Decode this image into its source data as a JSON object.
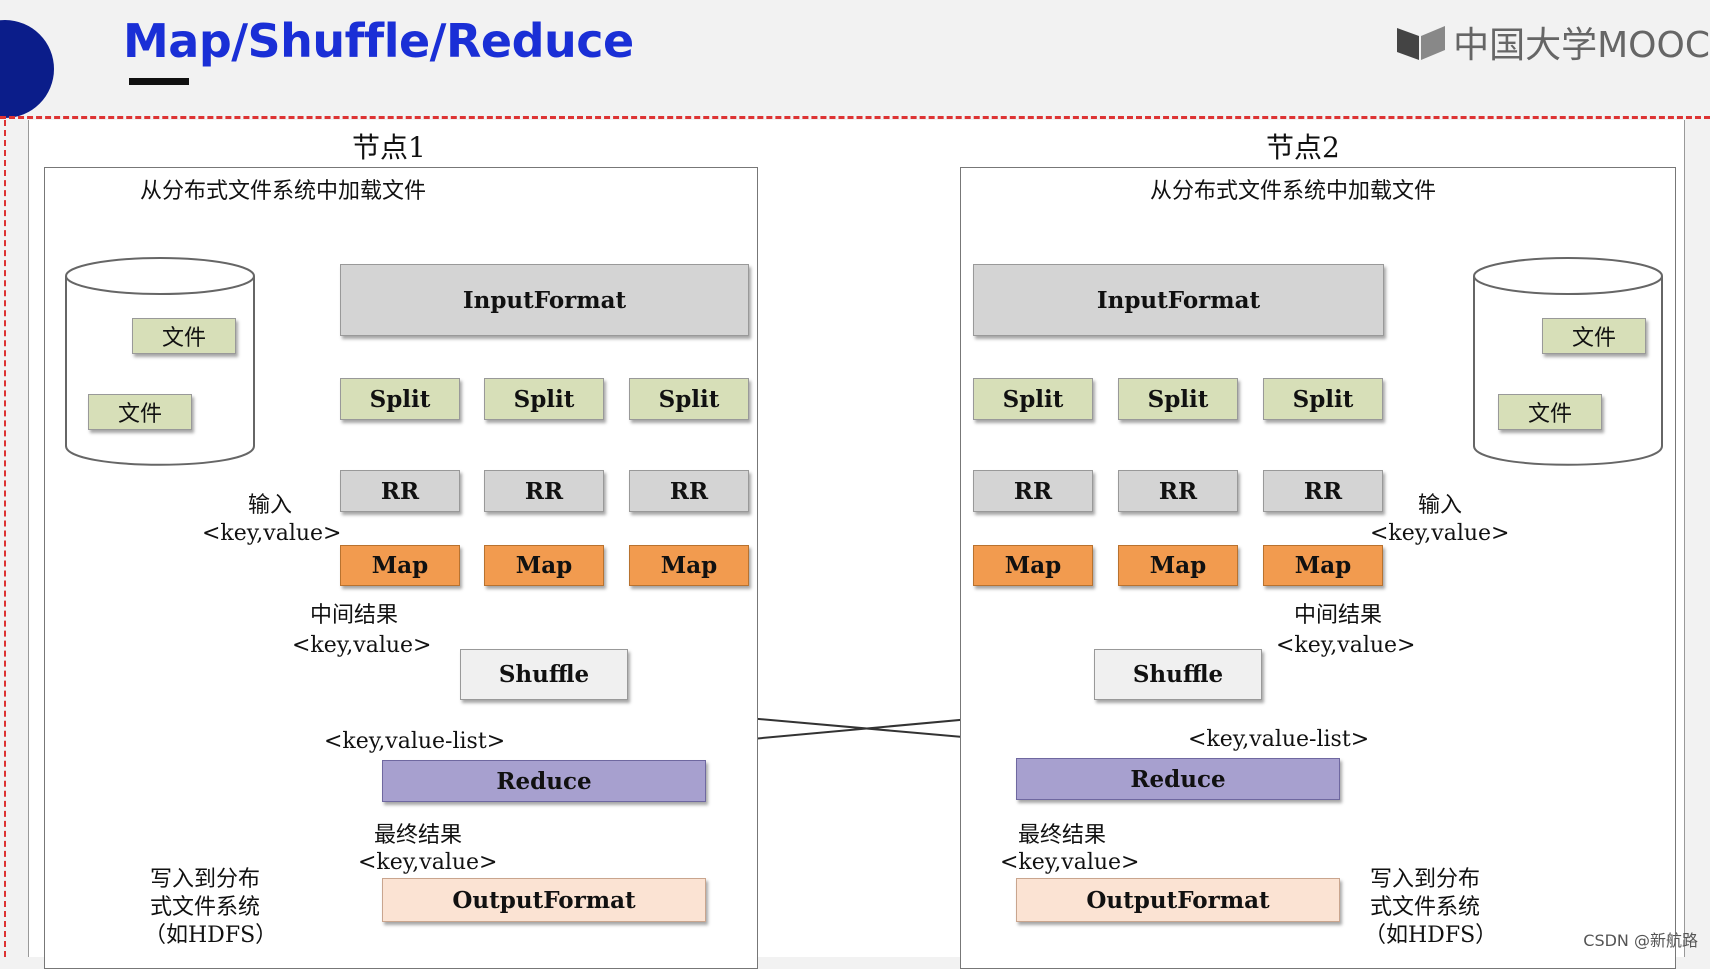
{
  "header": {
    "title": "Map/Shuffle/Reduce",
    "logo_text": "中国大学MOOC"
  },
  "nodes": [
    {
      "title": "节点1",
      "load_label": "从分布式文件系统中加载文件",
      "files": [
        "文件",
        "文件"
      ],
      "input_format": "InputFormat",
      "splits": [
        "Split",
        "Split",
        "Split"
      ],
      "rrs": [
        "RR",
        "RR",
        "RR"
      ],
      "maps": [
        "Map",
        "Map",
        "Map"
      ],
      "input_label_1": "输入",
      "input_label_2": "<key,value>",
      "intermediate_label_1": "中间结果",
      "intermediate_label_2": "<key,value>",
      "shuffle": "Shuffle",
      "value_list_label": "<key,value-list>",
      "reduce": "Reduce",
      "final_label_1": "最终结果",
      "final_label_2": "<key,value>",
      "output_format": "OutputFormat",
      "write_label_1": "写入到分布",
      "write_label_2": "式文件系统",
      "write_label_3": "（如HDFS）"
    },
    {
      "title": "节点2",
      "load_label": "从分布式文件系统中加载文件",
      "files": [
        "文件",
        "文件"
      ],
      "input_format": "InputFormat",
      "splits": [
        "Split",
        "Split",
        "Split"
      ],
      "rrs": [
        "RR",
        "RR",
        "RR"
      ],
      "maps": [
        "Map",
        "Map",
        "Map"
      ],
      "input_label_1": "输入",
      "input_label_2": "<key,value>",
      "intermediate_label_1": "中间结果",
      "intermediate_label_2": "<key,value>",
      "shuffle": "Shuffle",
      "value_list_label": "<key,value-list>",
      "reduce": "Reduce",
      "final_label_1": "最终结果",
      "final_label_2": "<key,value>",
      "output_format": "OutputFormat",
      "write_label_1": "写入到分布",
      "write_label_2": "式文件系统",
      "write_label_3": "（如HDFS）"
    }
  ],
  "watermark": "CSDN @新航路",
  "colors": {
    "title": "#1a2fd6",
    "map": "#f29b4f",
    "split": "#d7dfb8",
    "reduce": "#a7a0cf",
    "output": "#fbe3d3",
    "dashed_border": "#dd3333"
  }
}
